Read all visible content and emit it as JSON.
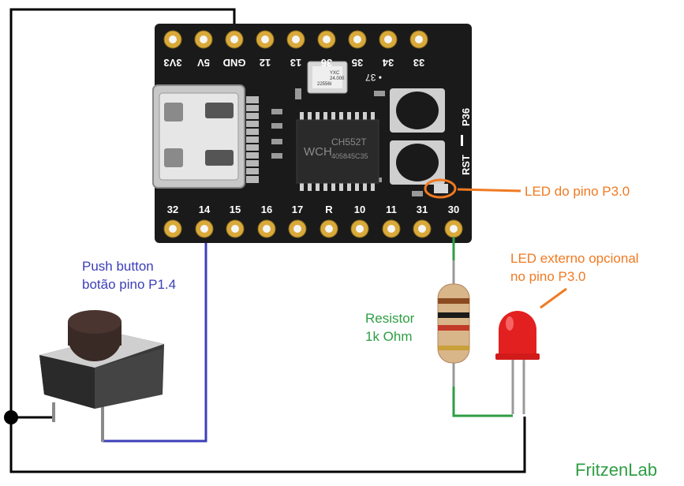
{
  "board": {
    "top_pins": [
      "3V3",
      "5V",
      "GND",
      "12",
      "13",
      "36",
      "35",
      "34",
      "33"
    ],
    "bottom_pins": [
      "32",
      "14",
      "15",
      "16",
      "17",
      "R",
      "10",
      "11",
      "31",
      "30"
    ],
    "chip_text": [
      "CH552T",
      "405845C35"
    ],
    "chip_logo": "WCH",
    "crystal_text": [
      "YXC",
      "24.000",
      "22556I"
    ],
    "pin_37": "37",
    "side_labels": [
      "P36",
      "RST"
    ]
  },
  "annotations": {
    "push_button_line1": "Push button",
    "push_button_line2": "botão pino P1.4",
    "resistor_line1": "Resistor",
    "resistor_line2": "1k Ohm",
    "led_onboard": "LED do pino P3.0",
    "led_external_line1": "LED externo opcional",
    "led_external_line2": "no pino P3.0"
  },
  "brand": "FritzenLab",
  "colors": {
    "board": "#1a1a1a",
    "pad": "#d9a93a",
    "wire_black": "#000000",
    "wire_blue": "#3b3fb8",
    "wire_green": "#2e9e43",
    "callout_orange": "#f07a22",
    "led_red": "#e32020"
  }
}
